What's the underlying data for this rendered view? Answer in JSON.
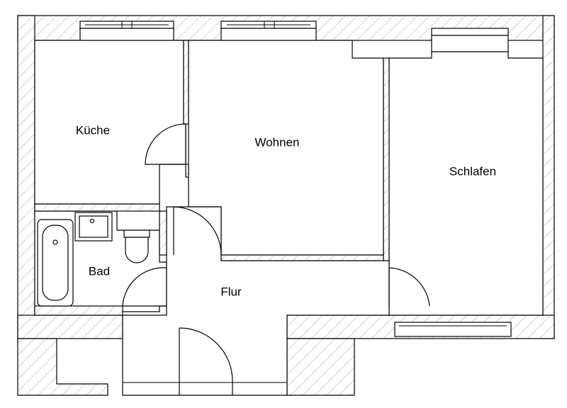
{
  "rooms": {
    "kueche": "Küche",
    "wohnen": "Wohnen",
    "schlafen": "Schlafen",
    "bad": "Bad",
    "flur": "Flur"
  }
}
